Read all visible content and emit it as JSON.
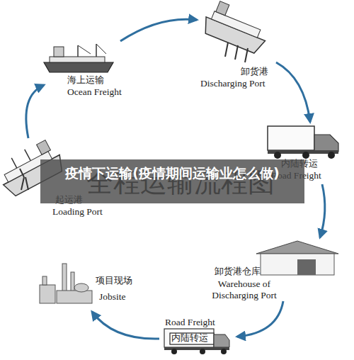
{
  "diagram": {
    "title": "全程运输流程图",
    "nodes": [
      {
        "text": [
          "起运港",
          "Loading Port"
        ]
      },
      {
        "text": [
          "海上运输",
          "Ocean Freight"
        ]
      },
      {
        "text": [
          "卸货港",
          "Discharging Port"
        ]
      },
      {
        "text": [
          "内陆转运",
          "Road Freight"
        ]
      },
      {
        "text": [
          "卸货港仓库",
          "Warehouse of Discharging Port"
        ]
      },
      {
        "text": [
          "Road Freight",
          "内陆转运"
        ]
      },
      {
        "text": [
          "项目现场",
          "Jobsite"
        ]
      }
    ],
    "edges": [
      {
        "from": 0,
        "to": 1,
        "arrow": "to"
      },
      {
        "from": 1,
        "to": 2,
        "arrow": "to"
      },
      {
        "from": 2,
        "to": 3,
        "arrow": "to"
      },
      {
        "from": 3,
        "to": 4,
        "arrow": "to"
      },
      {
        "from": 4,
        "to": 5,
        "arrow": "to"
      },
      {
        "from": 5,
        "to": 6,
        "arrow": "to"
      }
    ],
    "labels": [
      "疫情下运输(疫情期间运输业怎么做)"
    ]
  }
}
